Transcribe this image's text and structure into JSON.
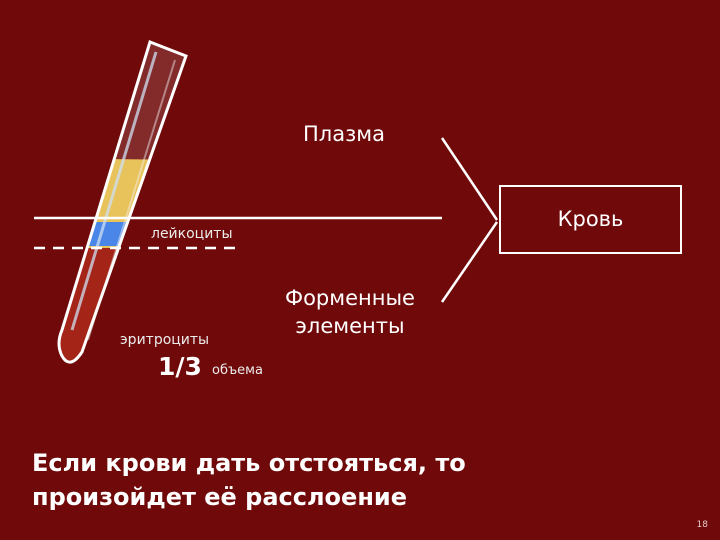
{
  "labels": {
    "plasma": "Плазма",
    "formed_elements": "Форменные элементы",
    "blood": "Кровь",
    "leukocytes": "лейкоциты",
    "erythrocytes": "эритроциты",
    "fraction": "1/3",
    "fraction_unit": "объема"
  },
  "caption": "Если крови дать отстояться, то произойдет её расслоение",
  "page_number": "18",
  "colors": {
    "background": "#700a0a",
    "plasma_layer": "#e8c25a",
    "leukocyte_layer": "#4a86e8",
    "erythrocyte_layer": "#a52418"
  }
}
